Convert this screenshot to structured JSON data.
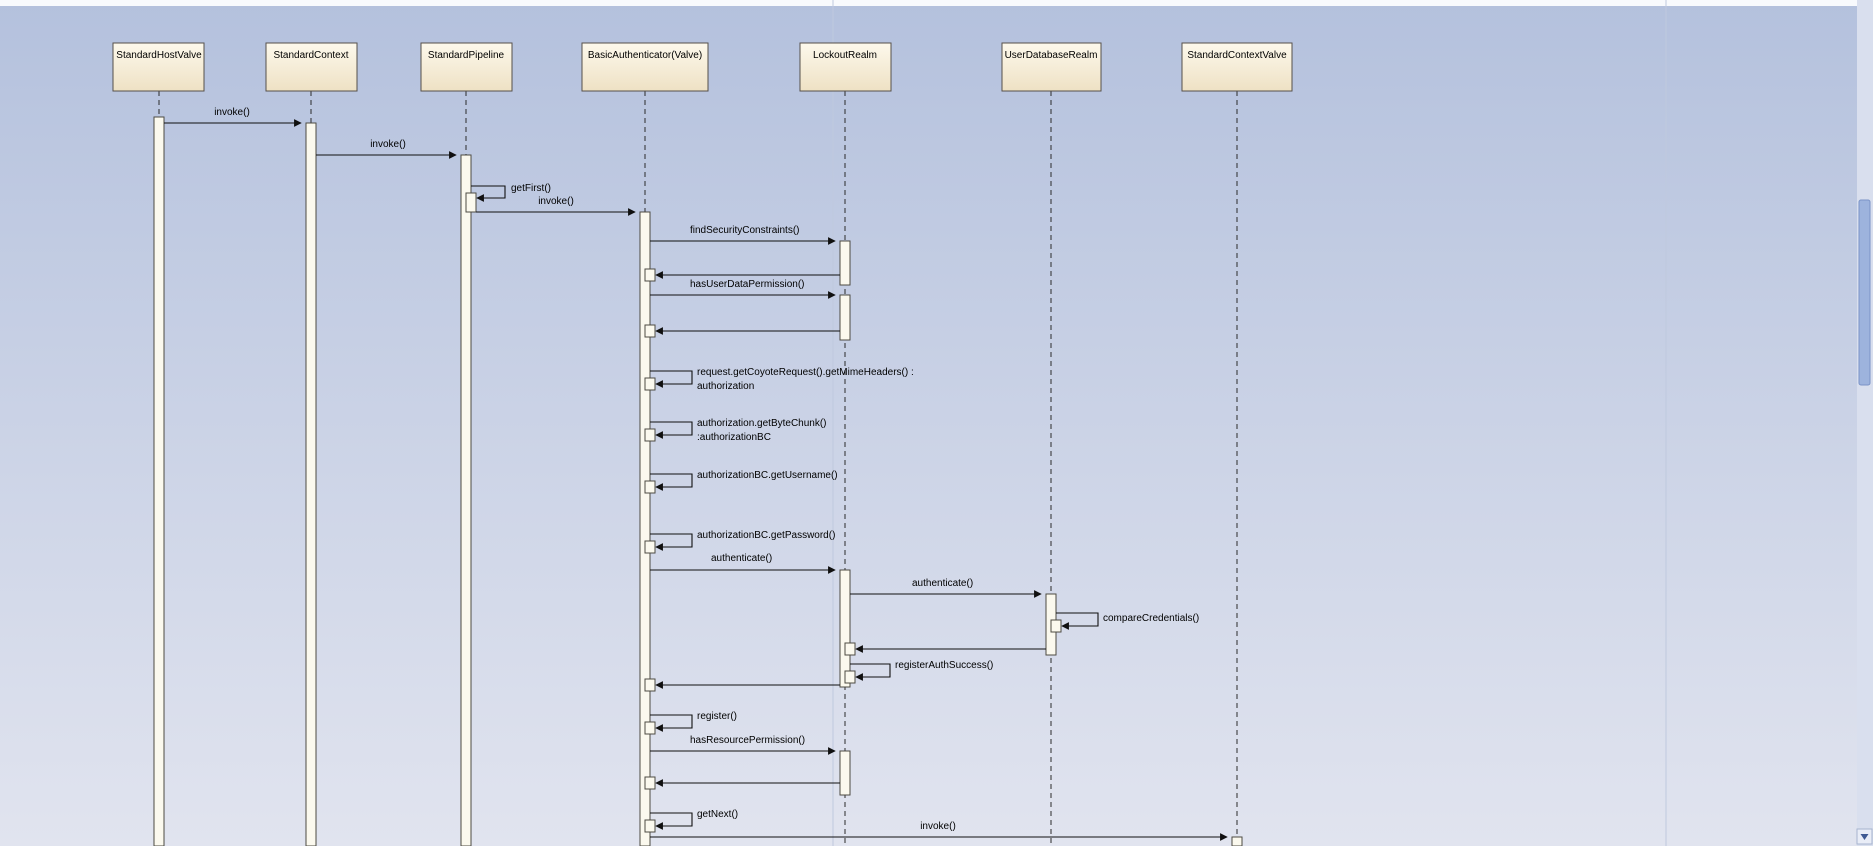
{
  "diagram_type": "uml-sequence",
  "participants": [
    {
      "name": "StandardHostValve"
    },
    {
      "name": "StandardContext"
    },
    {
      "name": "StandardPipeline"
    },
    {
      "name": "BasicAuthenticator(Valve)"
    },
    {
      "name": "LockoutRealm"
    },
    {
      "name": "UserDatabaseRealm"
    },
    {
      "name": "StandardContextValve"
    }
  ],
  "messages": [
    {
      "label": "invoke()",
      "from": "StandardHostValve",
      "to": "StandardContext",
      "type": "call"
    },
    {
      "label": "invoke()",
      "from": "StandardContext",
      "to": "StandardPipeline",
      "type": "call"
    },
    {
      "label": "getFirst()",
      "from": "StandardPipeline",
      "to": "StandardPipeline",
      "type": "self"
    },
    {
      "label": "invoke()",
      "from": "StandardPipeline",
      "to": "BasicAuthenticator(Valve)",
      "type": "call"
    },
    {
      "label": "findSecurityConstraints()",
      "from": "BasicAuthenticator(Valve)",
      "to": "LockoutRealm",
      "type": "call"
    },
    {
      "label": "",
      "from": "LockoutRealm",
      "to": "BasicAuthenticator(Valve)",
      "type": "return"
    },
    {
      "label": "hasUserDataPermission()",
      "from": "BasicAuthenticator(Valve)",
      "to": "LockoutRealm",
      "type": "call"
    },
    {
      "label": "",
      "from": "LockoutRealm",
      "to": "BasicAuthenticator(Valve)",
      "type": "return"
    },
    {
      "label": "request.getCoyoteRequest().getMimeHeaders() :",
      "label2": "authorization",
      "from": "BasicAuthenticator(Valve)",
      "to": "BasicAuthenticator(Valve)",
      "type": "self"
    },
    {
      "label": "authorization.getByteChunk()",
      "label2": ":authorizationBC",
      "from": "BasicAuthenticator(Valve)",
      "to": "BasicAuthenticator(Valve)",
      "type": "self"
    },
    {
      "label": "authorizationBC.getUsername()",
      "from": "BasicAuthenticator(Valve)",
      "to": "BasicAuthenticator(Valve)",
      "type": "self"
    },
    {
      "label": "authorizationBC.getPassword()",
      "from": "BasicAuthenticator(Valve)",
      "to": "BasicAuthenticator(Valve)",
      "type": "self"
    },
    {
      "label": "authenticate()",
      "from": "BasicAuthenticator(Valve)",
      "to": "LockoutRealm",
      "type": "call"
    },
    {
      "label": "authenticate()",
      "from": "LockoutRealm",
      "to": "UserDatabaseRealm",
      "type": "call"
    },
    {
      "label": "compareCredentials()",
      "from": "UserDatabaseRealm",
      "to": "UserDatabaseRealm",
      "type": "self"
    },
    {
      "label": "",
      "from": "UserDatabaseRealm",
      "to": "LockoutRealm",
      "type": "return"
    },
    {
      "label": "registerAuthSuccess()",
      "from": "LockoutRealm",
      "to": "LockoutRealm",
      "type": "self"
    },
    {
      "label": "",
      "from": "LockoutRealm",
      "to": "BasicAuthenticator(Valve)",
      "type": "return"
    },
    {
      "label": "register()",
      "from": "BasicAuthenticator(Valve)",
      "to": "BasicAuthenticator(Valve)",
      "type": "self"
    },
    {
      "label": "hasResourcePermission()",
      "from": "BasicAuthenticator(Valve)",
      "to": "LockoutRealm",
      "type": "call"
    },
    {
      "label": "",
      "from": "LockoutRealm",
      "to": "BasicAuthenticator(Valve)",
      "type": "return"
    },
    {
      "label": "getNext()",
      "from": "BasicAuthenticator(Valve)",
      "to": "BasicAuthenticator(Valve)",
      "type": "self"
    },
    {
      "label": "invoke()",
      "from": "BasicAuthenticator(Valve)",
      "to": "StandardContextValve",
      "type": "call"
    }
  ],
  "colors": {
    "background_top": "#b4c1dd",
    "background_bottom": "#e1e4ef",
    "participant_fill_top": "#fdf9ec",
    "participant_fill_bottom": "#eee1c4",
    "participant_border": "#55504a",
    "activation_fill": "#fbf9ee",
    "message_color": "#101010",
    "scrollbar_thumb": "#9db3dd"
  }
}
